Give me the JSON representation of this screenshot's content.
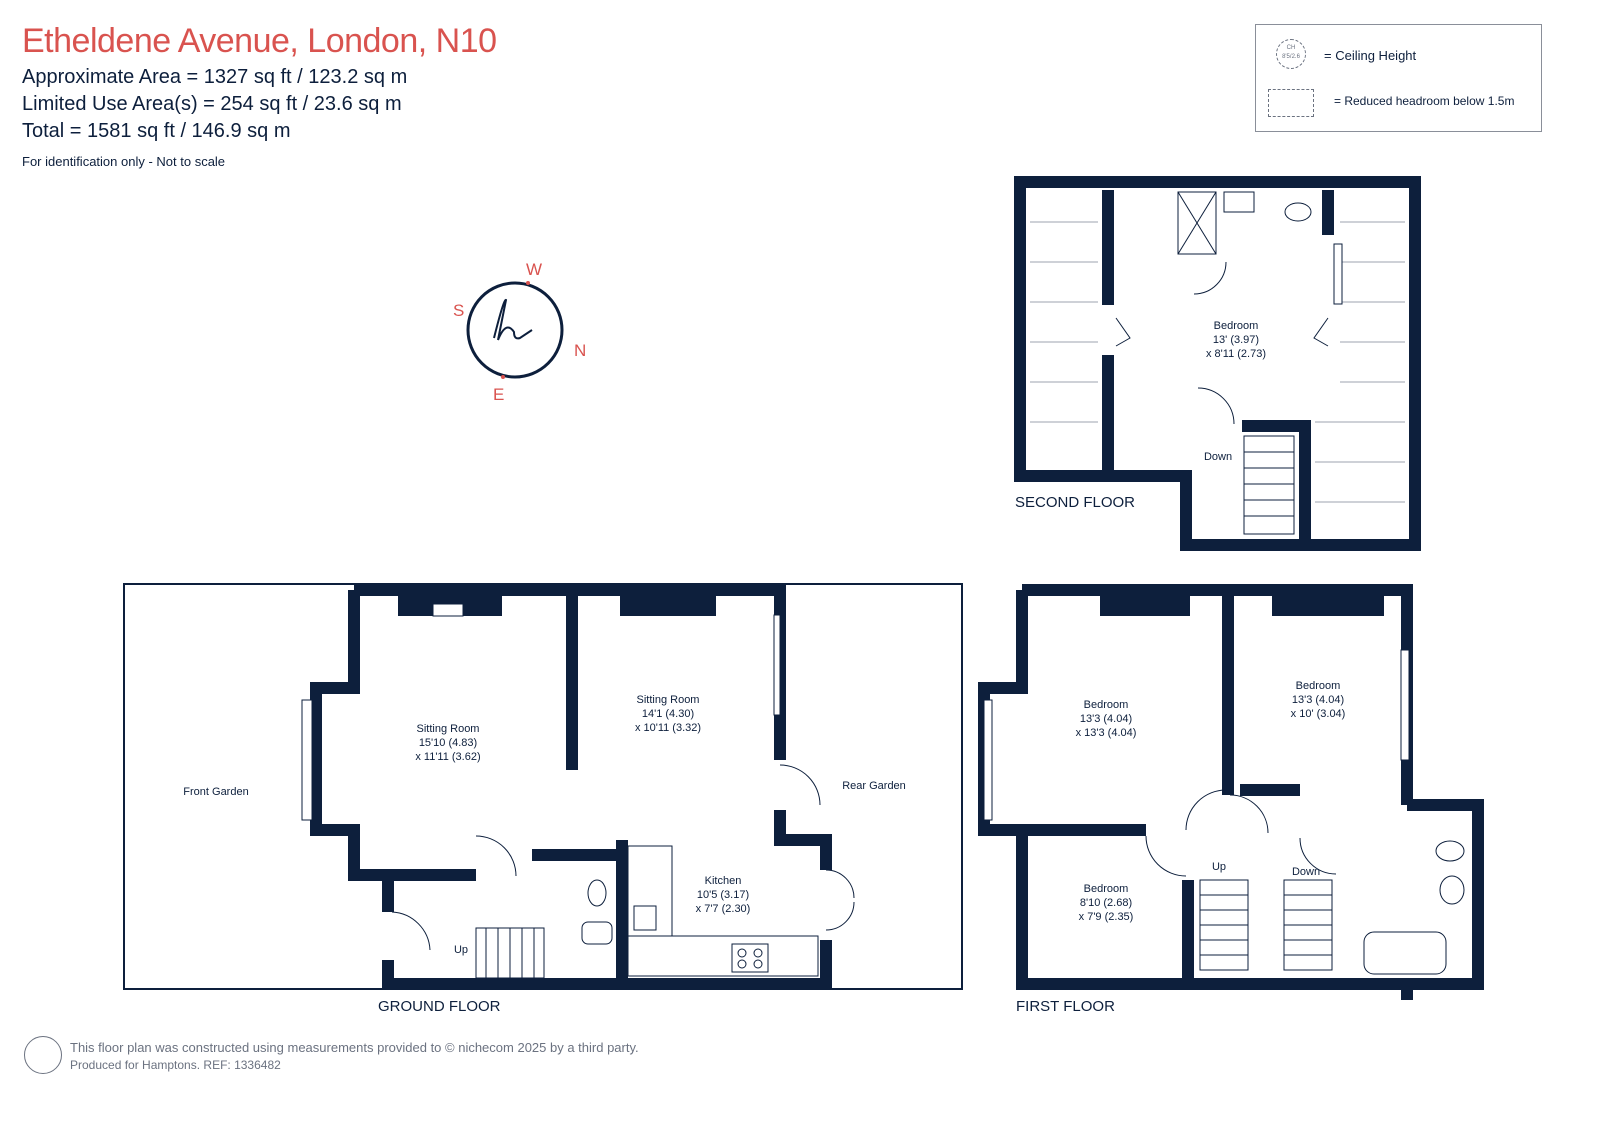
{
  "header": {
    "title": "Etheldene Avenue, London, N10",
    "approximate_area": "Approximate Area = 1327 sq ft / 123.2 sq m",
    "limited_use_area": "Limited Use Area(s) = 254 sq ft / 23.6 sq m",
    "total": "Total = 1581 sq ft / 146.9 sq m",
    "note": "For identification only - Not to scale"
  },
  "legend": {
    "ceiling_height_icon_text": "CH 8'5/2.6",
    "ceiling_height_label": "= Ceiling Height",
    "reduced_headroom_label": "= Reduced headroom below 1.5m"
  },
  "compass": {
    "north": "N",
    "south": "S",
    "east": "E",
    "west": "W",
    "logo_icon": "hamptons-h-logo-icon"
  },
  "colors": {
    "wall": "#0d1f3c",
    "accent": "#d9534f",
    "muted": "#6b7280"
  },
  "floors": {
    "ground": {
      "label": "GROUND FLOOR",
      "rooms": [
        {
          "name": "Sitting Room",
          "dim1": "15'10 (4.83)",
          "dim2": "x 11'11 (3.62)"
        },
        {
          "name": "Sitting Room",
          "dim1": "14'1 (4.30)",
          "dim2": "x 10'11 (3.32)"
        },
        {
          "name": "Kitchen",
          "dim1": "10'5 (3.17)",
          "dim2": "x 7'7 (2.30)"
        }
      ],
      "front_garden": "Front Garden",
      "rear_garden": "Rear Garden",
      "stairs": "Up"
    },
    "first": {
      "label": "FIRST FLOOR",
      "rooms": [
        {
          "name": "Bedroom",
          "dim1": "13'3 (4.04)",
          "dim2": "x 13'3 (4.04)"
        },
        {
          "name": "Bedroom",
          "dim1": "13'3 (4.04)",
          "dim2": "x 10' (3.04)"
        },
        {
          "name": "Bedroom",
          "dim1": "8'10 (2.68)",
          "dim2": "x 7'9 (2.35)"
        }
      ],
      "stairs_up": "Up",
      "stairs_down": "Down"
    },
    "second": {
      "label": "SECOND FLOOR",
      "rooms": [
        {
          "name": "Bedroom",
          "dim1": "13' (3.97)",
          "dim2": "x 8'11 (2.73)"
        }
      ],
      "stairs_down": "Down"
    }
  },
  "footer": {
    "line1": "This floor plan was constructed using measurements provided to © nichecom 2025 by a third party.",
    "line2": "Produced for Hamptons.   REF: 1336482"
  }
}
